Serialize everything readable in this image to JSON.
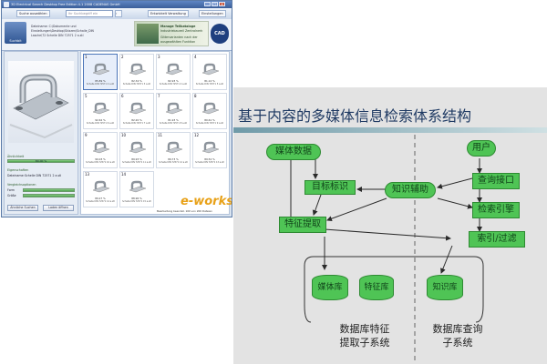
{
  "app": {
    "title": "3D Electrical Search Desktop Free Edition 4.1 2008 CADENAS GmbH",
    "toolbar": {
      "btn_search": "Suche auswählen",
      "search_placeholder": "Ihr Suchbegriff ein",
      "btn_history": "Entwickelt Verwaltung",
      "btn_settings": "Einstellungen"
    },
    "sidebar_icon_label": "Suchbit",
    "info_lines": [
      "Dateiname: C:\\Dokumente und",
      "Einstellungen\\Desktop\\Skizzen\\Schalle_DIN",
      "Lasche\\72 Schelle DIN 72571 2 a.stl"
    ],
    "banner": {
      "line1": "Manage Teilkataloge",
      "line2": "Industriebaureil Zentralnerk",
      "line3": "Gittervarianten nach der",
      "line4": "ausgewählten Funktion"
    },
    "logo_text": "CAD",
    "left": {
      "section1": "Ähnlichkeit",
      "section1_value": "80.00 %",
      "section2": "Eigenschaften",
      "file_label": "Dateiname:",
      "file_value": "Schelle DIN 72571 2 a.stl",
      "section3": "Vergleichsoptionen",
      "form_label": "Form",
      "size_label": "Größe",
      "btn_compare": "Ähnliche Suchen",
      "btn_close": "Laden öffnen"
    },
    "results": [
      {
        "num": "1",
        "score": "85.89 %",
        "name": "Schelle DIN 72571 2 a.stl"
      },
      {
        "num": "2",
        "score": "82.34 %",
        "name": "Schelle DIN 72571 3 a.stl"
      },
      {
        "num": "3",
        "score": "82.93 %",
        "name": "Schelle DIN 72571 4 a.stl"
      },
      {
        "num": "4",
        "score": "81.12 %",
        "name": "Schelle DIN 72571 5 a.stl"
      },
      {
        "num": "5",
        "score": "92.62 %",
        "name": "Schelle DIN 72571 6 a.stl"
      },
      {
        "num": "6",
        "score": "82.20 %",
        "name": "Schelle DIN 72571 7 a.stl"
      },
      {
        "num": "7",
        "score": "81.93 %",
        "name": "Schelle DIN 72571 8 a.stl"
      },
      {
        "num": "8",
        "score": "80.61 %",
        "name": "Schelle DIN 72571 9 a.stl"
      },
      {
        "num": "9",
        "score": "90.03 %",
        "name": "Schelle DIN 72571 10 a.stl"
      },
      {
        "num": "10",
        "score": "89.93 %",
        "name": "Schelle DIN 72571 11 a.stl"
      },
      {
        "num": "11",
        "score": "89.73 %",
        "name": "Schelle DIN 72571 12 a.stl"
      },
      {
        "num": "12",
        "score": "89.52 %",
        "name": "Schelle DIN 72571 13 a.stl"
      },
      {
        "num": "13",
        "score": "89.27 %",
        "name": "Schelle DIN 72571 14 a.stl"
      },
      {
        "num": "14",
        "score": "88.96 %",
        "name": "Schelle DIN 72571 15 a.stl"
      }
    ],
    "watermark": "e-works",
    "status": "Bearbeitung beendet. 100 von 200 Dateien"
  },
  "slide": {
    "title": "基于内容的多媒体信息检索体系结构",
    "nodes": {
      "media_data": "媒体数据",
      "target_mark": "目标标识",
      "feature_extract": "特征提取",
      "knowledge_assist": "知识辅助",
      "user": "用户",
      "query_interface": "查询接口",
      "search_engine": "检索引擎",
      "index_filter": "索引/过滤",
      "media_lib": "媒体库",
      "feature_lib": "特征库",
      "knowledge_lib": "知识库"
    },
    "caption_left": [
      "数据库特征",
      "提取子系统"
    ],
    "caption_right": [
      "数据库查询",
      "子系统"
    ],
    "colors": {
      "node": "#4fc455",
      "title": "#1f3a63",
      "arrow": "#2a2a2a"
    }
  }
}
